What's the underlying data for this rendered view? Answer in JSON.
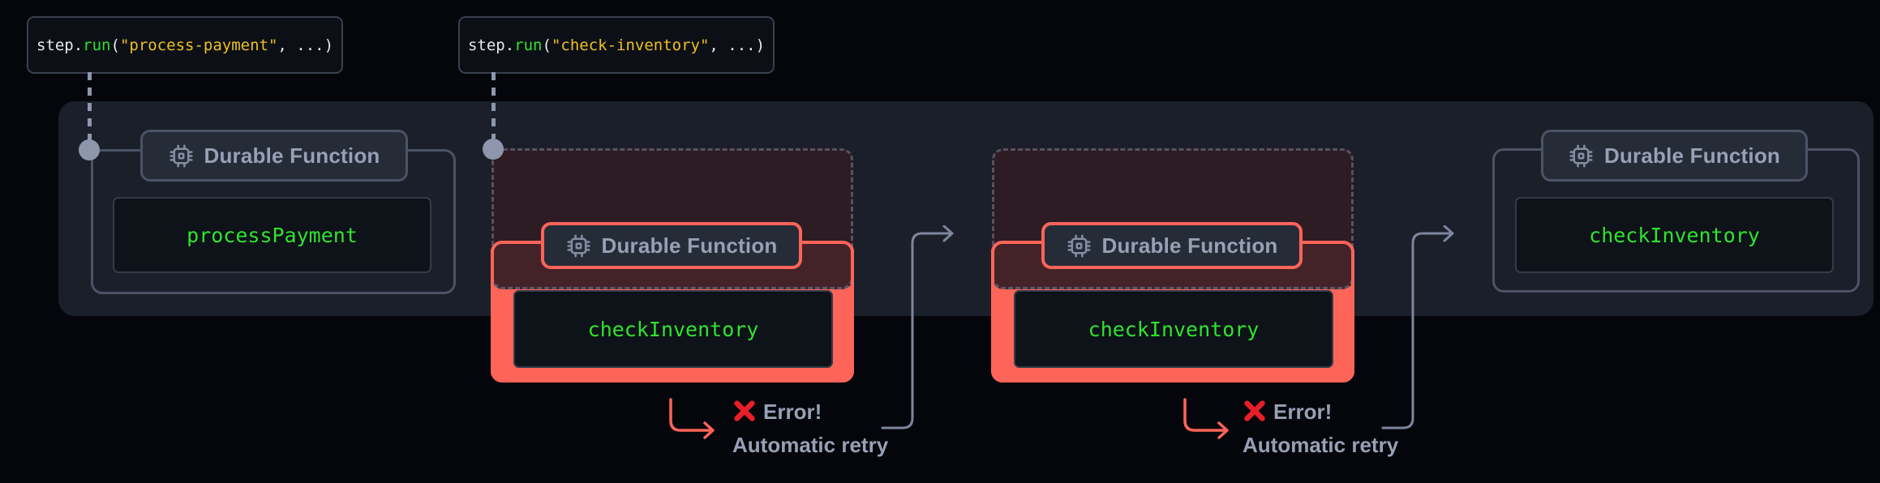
{
  "colors": {
    "page-bg": "#05060b",
    "panel-bg": "#1a1f2a",
    "code-bg": "#0c0f16",
    "node-bg": "#0e1219",
    "accent-red": "#ff6459",
    "error-x-red": "#e81f28",
    "code-green": "#2ee42e",
    "code-gold": "#eec01f",
    "code-plain": "#e7e9ee",
    "badge-text": "#97a0b5",
    "muted-lavender": "#98a0b6",
    "connector-gray": "#8d96ab",
    "arrow-gray": "#7e869e"
  },
  "callouts": [
    {
      "object": "step.",
      "method": "run",
      "open": "(",
      "arg": "\"process-payment\"",
      "close": ", ...)"
    },
    {
      "object": "step.",
      "method": "run",
      "open": "(",
      "arg": "\"check-inventory\"",
      "close": ", ...)"
    }
  ],
  "nodes": [
    {
      "badge": "Durable Function",
      "fn": "processPayment",
      "state": "success"
    },
    {
      "badge": "Durable Function",
      "fn": "checkInventory",
      "state": "error"
    },
    {
      "badge": "Durable Function",
      "fn": "checkInventory",
      "state": "error"
    },
    {
      "badge": "Durable Function",
      "fn": "checkInventory",
      "state": "success"
    }
  ],
  "annotations": [
    {
      "error": "Error!",
      "retry": "Automatic retry"
    },
    {
      "error": "Error!",
      "retry": "Automatic retry"
    }
  ]
}
